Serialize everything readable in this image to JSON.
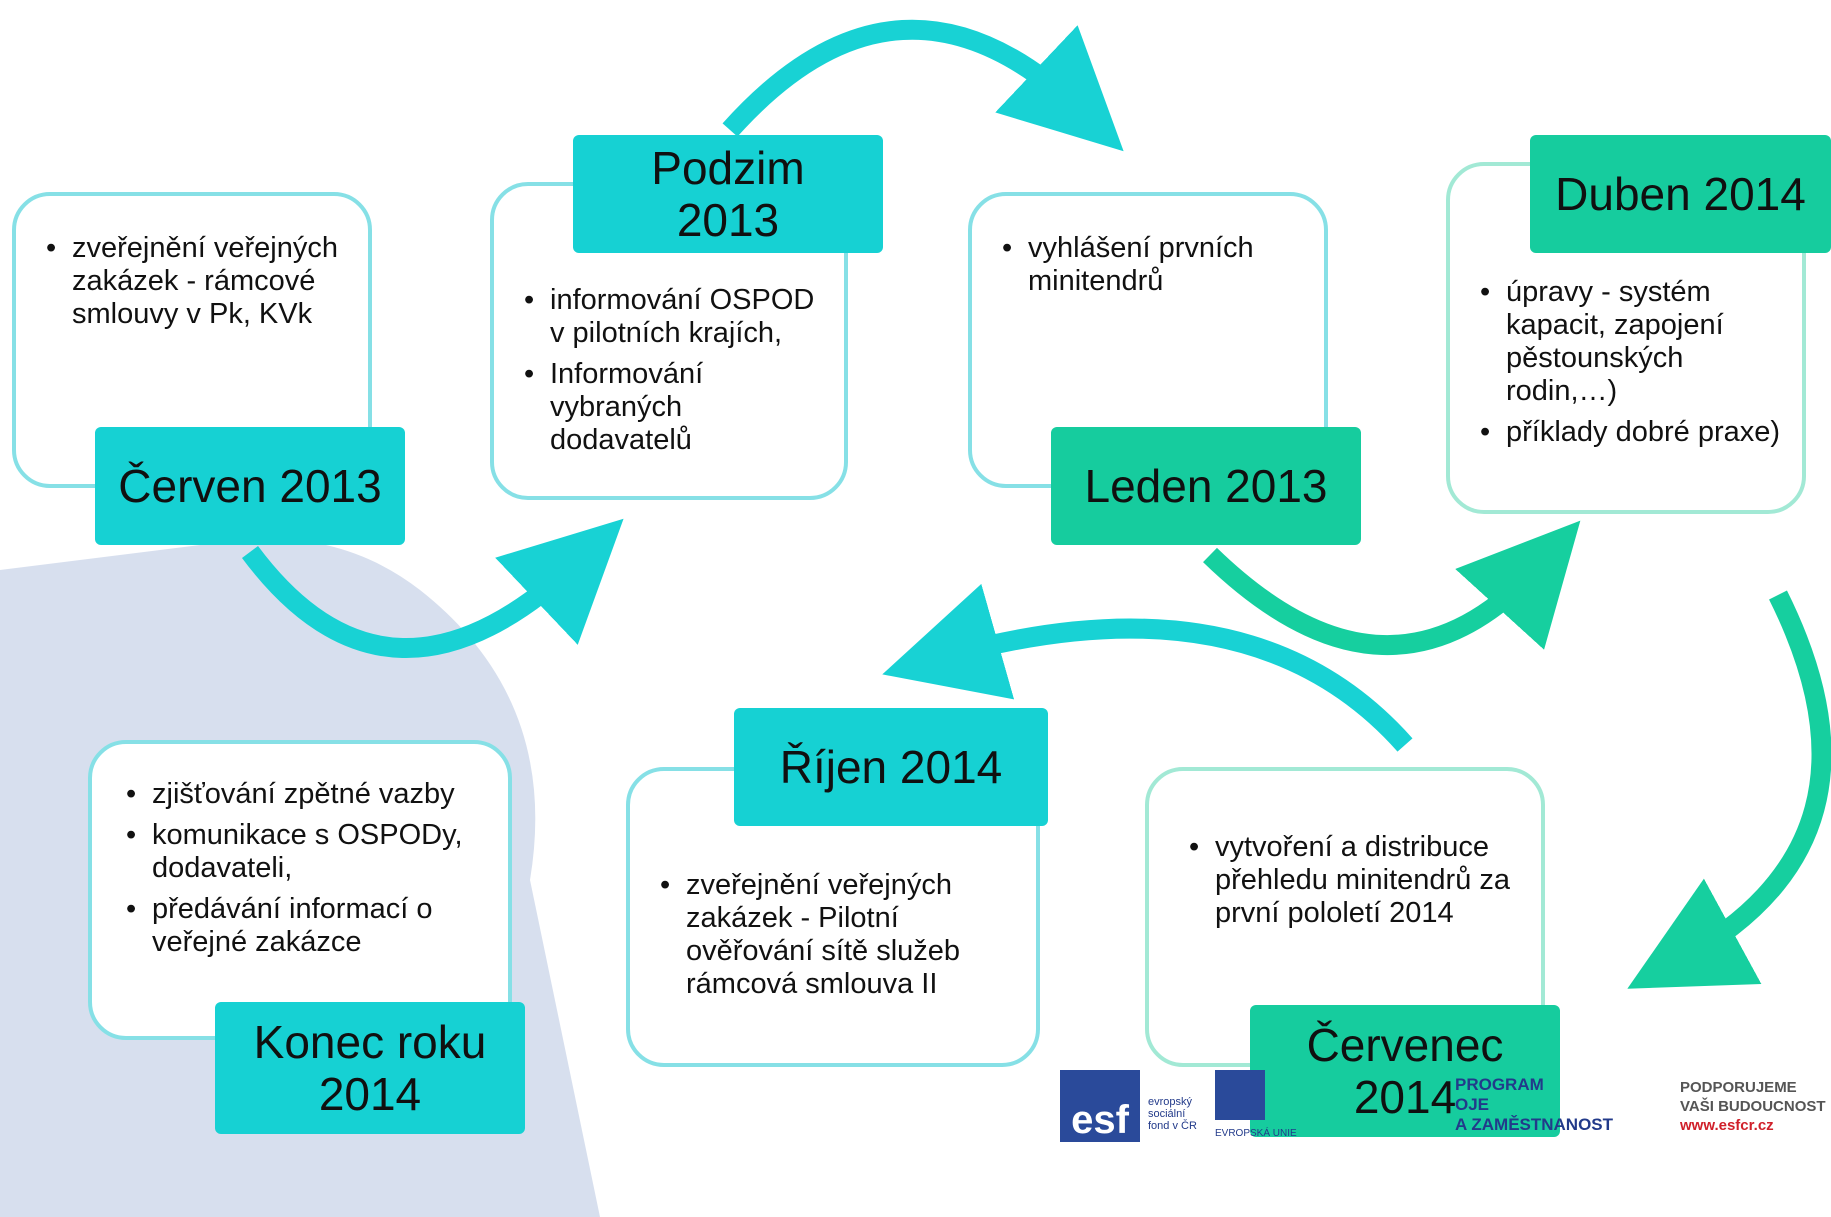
{
  "colors": {
    "cyan": "#16d1d3",
    "green": "#16cc9e",
    "arrow_cyan": "#18d2d4",
    "arrow_green": "#16cf9f",
    "background_shape": "#d3dcec"
  },
  "stages": [
    {
      "label_line1": "Červen 2013",
      "label_line2": "",
      "items": [
        "zveřejnění veřejných zakázek - rámcové smlouvy v Pk, KVk"
      ]
    },
    {
      "label_line1": "Podzim",
      "label_line2": "2013",
      "items": [
        "informování OSPOD v pilotních krajích,",
        "Informování vybraných dodavatelů"
      ]
    },
    {
      "label_line1": "Leden 2013",
      "label_line2": "",
      "items": [
        "vyhlášení prvních minitendrů"
      ]
    },
    {
      "label_line1": "Duben 2014",
      "label_line2": "",
      "items": [
        "úpravy - systém kapacit, zapojení pěstounských rodin,…)",
        "příklady dobré praxe)"
      ]
    },
    {
      "label_line1": "Červenec",
      "label_line2": "2014",
      "items": [
        "vytvoření a distribuce přehledu minitendrů za první pololetí 2014"
      ]
    },
    {
      "label_line1": "Říjen 2014",
      "label_line2": "",
      "items": [
        "zveřejnění veřejných zakázek - Pilotní ověřování sítě služeb rámcová smlouva II"
      ]
    },
    {
      "label_line1": "Konec roku",
      "label_line2": "2014",
      "items": [
        "zjišťování zpětné vazby",
        "komunikace s OSPODy, dodavateli,",
        "předávání informací o veřejné zakázce"
      ]
    }
  ],
  "footer": {
    "esf_mark": "esf",
    "esf_caption_1": "evropský",
    "esf_caption_2": "sociální",
    "esf_caption_3": "fond v ČR",
    "eu_caption": "EVROPSKÁ UNIE",
    "program_line1": "PROGRAM",
    "program_line2": "OJE",
    "program_line3": "A ZAMĚSTNANOST",
    "support_line1": "PODPORUJEME",
    "support_line2": "VAŠI BUDOUCNOST",
    "support_web": "www.esfcr.cz"
  }
}
